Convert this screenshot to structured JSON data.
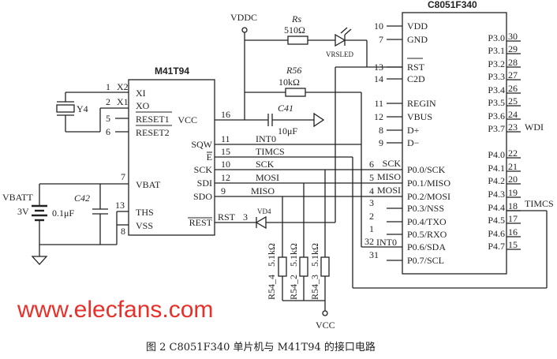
{
  "caption": "图 2   C8051F340 单片机与 M41T94 的接口电路",
  "watermark": "www.elecfans.com",
  "colors": {
    "line": "#222222",
    "watermark": "#e8302a"
  },
  "m41t94": {
    "title": "M41T94",
    "left_pins": [
      {
        "num": "1",
        "net": "X2",
        "name": "XI"
      },
      {
        "num": "2",
        "net": "X1",
        "name": "XO"
      },
      {
        "num": "5",
        "name": "RESET1"
      },
      {
        "num": "6",
        "name": "RESET2"
      },
      {
        "num": "7",
        "name": "VBAT"
      },
      {
        "num": "13",
        "name": "THS"
      },
      {
        "num": "8",
        "name": "VSS"
      }
    ],
    "right_pins": [
      {
        "num": "16",
        "name": "VCC"
      },
      {
        "num": "11",
        "name": "SQW",
        "net": "INT0"
      },
      {
        "num": "15",
        "name": "E",
        "net": "TIMCS"
      },
      {
        "num": "10",
        "name": "SCK",
        "net": "SCK"
      },
      {
        "num": "12",
        "name": "SDI",
        "net": "MOSI"
      },
      {
        "num": "9",
        "name": "SDO",
        "net": "MISO"
      },
      {
        "num": "3",
        "name": "REST",
        "net": "RST"
      }
    ]
  },
  "c8051": {
    "title": "C8051F340",
    "left_pins": [
      {
        "num": "10",
        "name": "VDD"
      },
      {
        "num": "7",
        "name": "GND"
      },
      {
        "num": "13",
        "name": "RST"
      },
      {
        "num": "14",
        "name": "C2D"
      },
      {
        "num": "11",
        "name": "REGIN"
      },
      {
        "num": "12",
        "name": "VBUS"
      },
      {
        "num": "8",
        "name": "D+"
      },
      {
        "num": "9",
        "name": "D−"
      },
      {
        "num": "6",
        "net": "SCK",
        "name": "P0.0/SCK"
      },
      {
        "num": "5",
        "net": "MISO",
        "name": "P0.1/MISO"
      },
      {
        "num": "4",
        "net": "MOSI",
        "name": "P0.2/MOSI"
      },
      {
        "num": "3",
        "name": "P0.3/NSS"
      },
      {
        "num": "2",
        "name": "P0.4/TXO"
      },
      {
        "num": "1",
        "name": "P0.5/RXO"
      },
      {
        "num": "32",
        "net": "INT0",
        "name": "P0.6/SDA"
      },
      {
        "num": "31",
        "name": "P0.7/SCL"
      }
    ],
    "right_pins": [
      {
        "num": "30",
        "name": "P3.0"
      },
      {
        "num": "29",
        "name": "P3.1"
      },
      {
        "num": "28",
        "name": "P3.2"
      },
      {
        "num": "27",
        "name": "P3.3"
      },
      {
        "num": "26",
        "name": "P3.4"
      },
      {
        "num": "25",
        "name": "P3.5"
      },
      {
        "num": "24",
        "name": "P3.6"
      },
      {
        "num": "23",
        "name": "P3.7",
        "net": "WDI"
      },
      {
        "num": "22",
        "name": "P4.0"
      },
      {
        "num": "21",
        "name": "P4.1"
      },
      {
        "num": "20",
        "name": "P4.2"
      },
      {
        "num": "19",
        "name": "P4.3"
      },
      {
        "num": "18",
        "name": "P4.4",
        "net": "TIMCS"
      },
      {
        "num": "17",
        "name": "P4.5"
      },
      {
        "num": "16",
        "name": "P4.6"
      },
      {
        "num": "15",
        "name": "P4.7"
      }
    ]
  },
  "components": {
    "vddc": "VDDC",
    "vcc": "VCC",
    "rs": {
      "ref": "Rs",
      "value": "510Ω"
    },
    "led": "VRSLED",
    "r56": {
      "ref": "R56",
      "value": "10kΩ"
    },
    "c41": {
      "ref": "C41",
      "value": "10μF"
    },
    "c42": {
      "ref": "C42",
      "value": "0.1μF"
    },
    "crystal": "Y4",
    "battery": {
      "ref": "VBATT",
      "value": "3V"
    },
    "diode": "VD4",
    "pullups": [
      {
        "ref": "R54_4",
        "value": "5.1kΩ"
      },
      {
        "ref": "R54_2",
        "value": "5.1kΩ"
      },
      {
        "ref": "R54_3",
        "value": "5.1kΩ"
      }
    ]
  }
}
